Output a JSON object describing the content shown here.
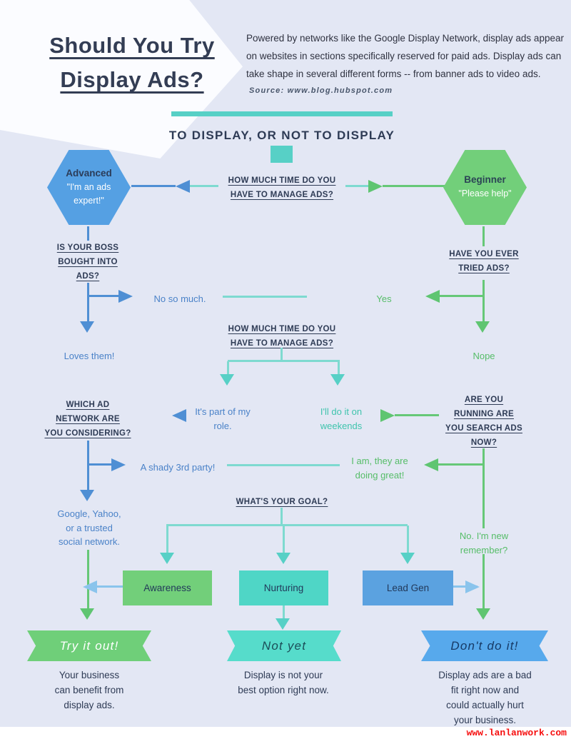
{
  "colors": {
    "background": "#e3e7f4",
    "navy": "#2e3b55",
    "blue": "#55a0e3",
    "green": "#72cf7a",
    "teal": "#57d0c6",
    "watermark_red": "#f60d0d"
  },
  "header": {
    "title": [
      "Should You Try",
      "Display Ads?"
    ],
    "description": [
      "Powered by networks like the Google Display Network, display ads appear",
      "on websites in sections specifically reserved for paid ads. Display ads can",
      "take shape in several different forms -- from banner ads to video ads."
    ],
    "source": "Source: www.blog.hubspot.com"
  },
  "flow": {
    "section_heading": "TO DISPLAY, OR NOT TO DISPLAY",
    "hex_advanced": {
      "title": "Advanced",
      "quote": [
        "\"I'm an ads",
        "expert!\""
      ]
    },
    "hex_beginner": {
      "title": "Beginner",
      "quote": "\"Please help\""
    },
    "q_time_top": [
      "HOW MUCH TIME DO YOU",
      "HAVE TO MANAGE ADS?"
    ],
    "q_boss": [
      "IS YOUR BOSS",
      "BOUGHT INTO",
      "ADS?"
    ],
    "q_tried": [
      "HAVE YOU EVER",
      "TRIED ADS?"
    ],
    "ans_no_so_much": "No so much.",
    "ans_yes": "Yes",
    "q_time_mid": [
      "HOW MUCH TIME DO YOU",
      "HAVE TO MANAGE ADS?"
    ],
    "ans_loves_them": "Loves them!",
    "ans_nope": "Nope",
    "q_network": [
      "WHICH AD",
      "NETWORK ARE",
      "YOU CONSIDERING?"
    ],
    "ans_part_of_role": [
      "It's part of my",
      "role."
    ],
    "ans_weekends": [
      "I'll do it on",
      "weekends"
    ],
    "q_search": [
      "ARE YOU",
      "RUNNING ARE",
      "YOU SEARCH ADS",
      "NOW?"
    ],
    "ans_shady": "A shady 3rd party!",
    "ans_doing_great": [
      "I am, they are",
      "doing great!"
    ],
    "q_goal": "WHAT'S YOUR GOAL?",
    "ans_google": [
      "Google, Yahoo,",
      "or a trusted",
      "social network."
    ],
    "ans_new": [
      "No. I'm new",
      "remember?"
    ],
    "node_awareness": "Awareness",
    "node_nurturing": "Nurturing",
    "node_leadgen": "Lead Gen",
    "ribbon_try": "Try it out!",
    "ribbon_not_yet": "Not yet",
    "ribbon_dont": "Don't do it!",
    "outcome_try": [
      "Your business",
      "can benefit from",
      "display ads."
    ],
    "outcome_not_yet": [
      "Display is not your",
      "best option right now."
    ],
    "outcome_dont": [
      "Display ads are a bad",
      "fit right now and",
      "could actually hurt",
      "your business."
    ]
  },
  "footer": {
    "watermark": "www.lanlanwork.com"
  }
}
